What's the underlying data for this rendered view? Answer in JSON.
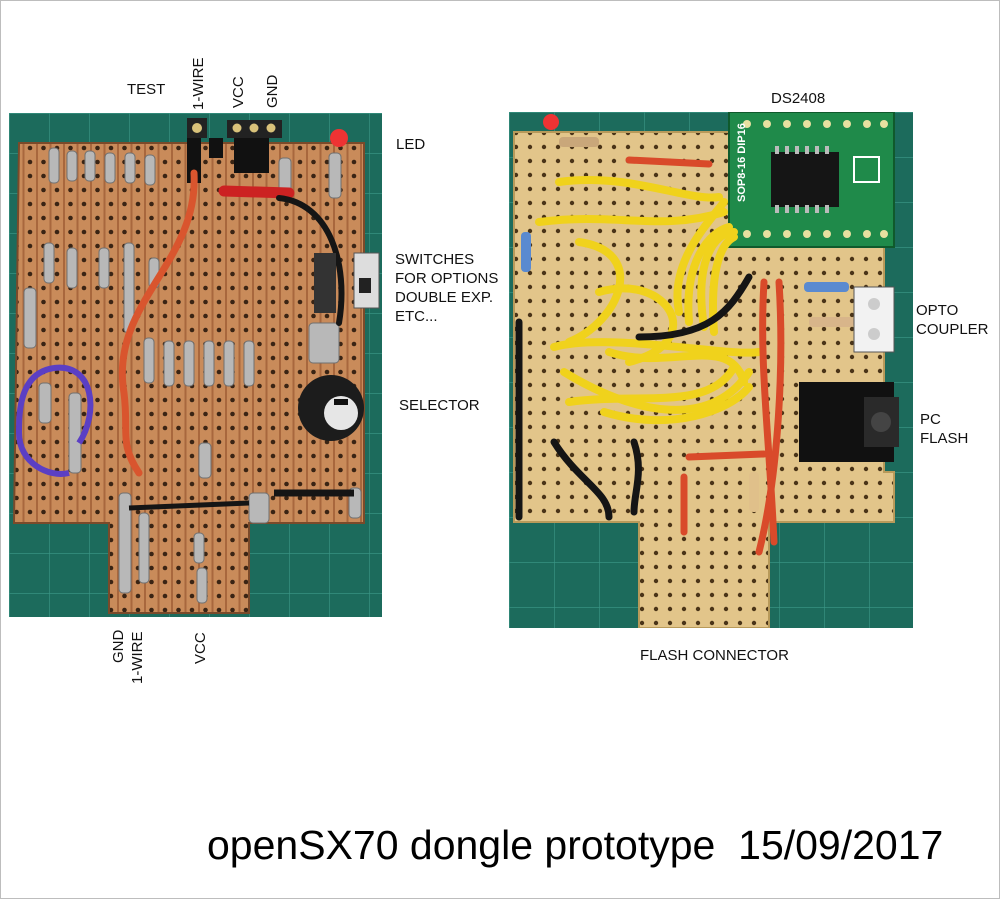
{
  "labels": {
    "test": "TEST",
    "one_wire_top": "1-WIRE",
    "vcc_top": "VCC",
    "gnd_top": "GND",
    "led": "LED",
    "switches": [
      "SWITCHES",
      "FOR OPTIONS",
      "DOUBLE EXP.",
      "ETC..."
    ],
    "selector": "SELECTOR",
    "gnd_bottom": "GND",
    "one_wire_bottom": "1-WIRE",
    "vcc_bottom": "VCC",
    "ds2408": "DS2408",
    "opto": [
      "OPTO",
      "COUPLER"
    ],
    "pc_flash": [
      "PC",
      "FLASH"
    ],
    "flash_connector": "FLASH CONNECTOR",
    "chip_marking": "SOP8-16  DIP16"
  },
  "caption": "openSX70 dongle prototype  15/09/2017",
  "colors": {
    "mat": "#1c6b5c",
    "board_copper": "#c98b5a",
    "board_component": "#e2c58a",
    "wire_yellow": "#f0d21c",
    "wire_red": "#d94a2a",
    "wire_black": "#151515",
    "pcb_green": "#1f8a4a"
  }
}
